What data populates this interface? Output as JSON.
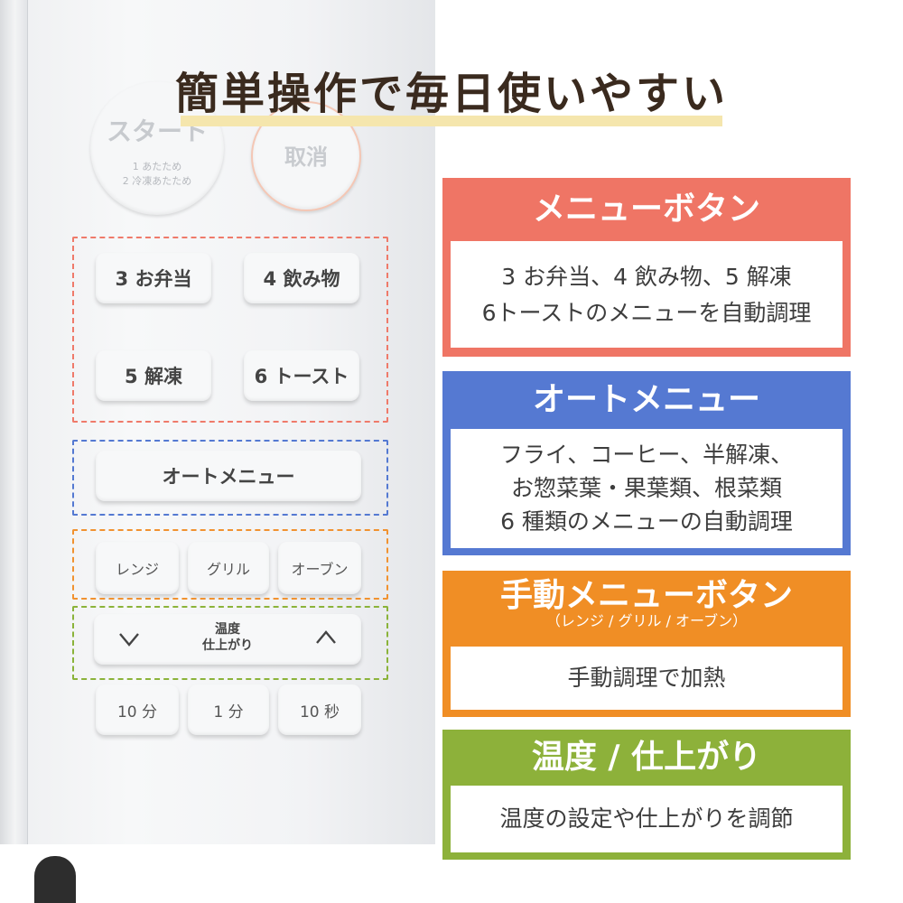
{
  "headline": "簡単操作で毎日使いやすい",
  "panel": {
    "start": {
      "label": "スタート",
      "sub1": "1 あたため",
      "sub2": "2 冷凍あたため"
    },
    "cancel": {
      "label": "取消"
    },
    "menu_keys": [
      "3 お弁当",
      "4 飲み物",
      "5 解凍",
      "6 トースト"
    ],
    "auto_menu": "オートメニュー",
    "mode_keys": [
      "レンジ",
      "グリル",
      "オーブン"
    ],
    "temp": {
      "line1": "温度",
      "line2": "仕上がり",
      "down_icon": "chevron-down-icon",
      "up_icon": "chevron-up-icon"
    },
    "time_keys": [
      "10 分",
      "1 分",
      "10 秒"
    ]
  },
  "cards": {
    "menu": {
      "title": "メニューボタン",
      "line1": "3 お弁当、4 飲み物、5 解凍",
      "line2": "6トーストのメニューを自動調理",
      "color": "#ef7565"
    },
    "auto": {
      "title": "オートメニュー",
      "line1": "フライ、コーヒー、半解凍、",
      "line2": "お惣菜葉・果葉類、根菜類",
      "line3": "6 種類のメニューの自動調理",
      "color": "#5579d2"
    },
    "manual": {
      "title": "手動メニューボタン",
      "subtitle": "（レンジ / グリル / オーブン）",
      "line1": "手動調理で加熱",
      "color": "#f08e25"
    },
    "temp": {
      "title": "温度 / 仕上がり",
      "line1": "温度の設定や仕上がりを調節",
      "color": "#8db13a"
    }
  }
}
